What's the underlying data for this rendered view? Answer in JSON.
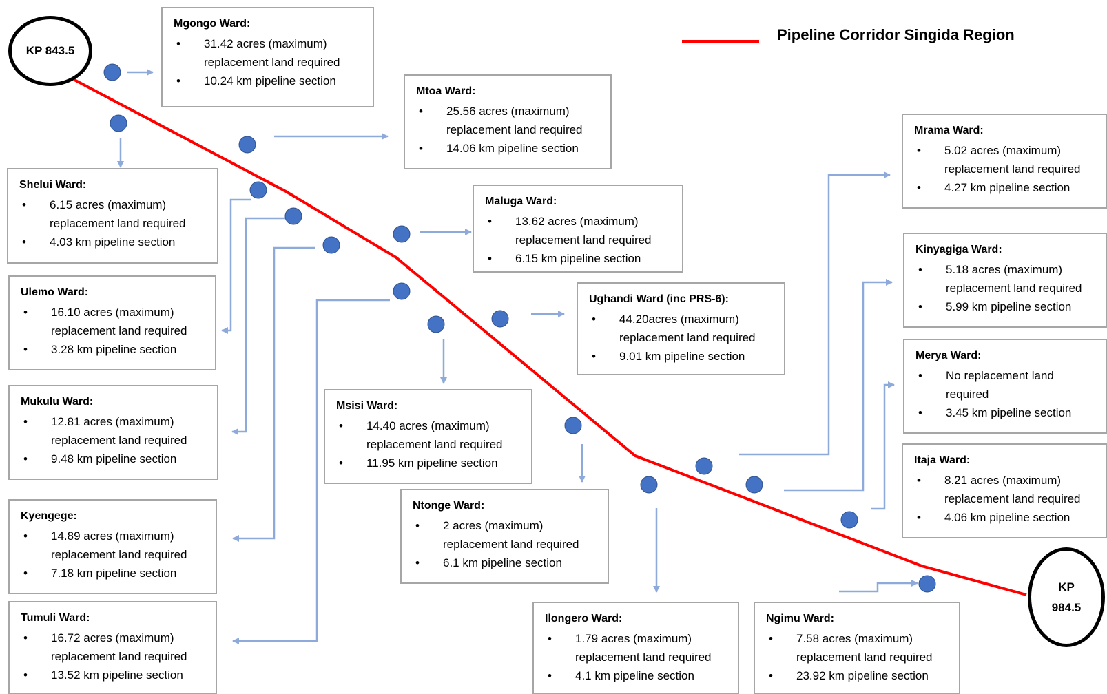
{
  "colors": {
    "pipeline": "#ff0000",
    "arrow": "#8eaadb",
    "node": "#4472c4",
    "box_border": "#a6a6a6"
  },
  "legend": {
    "label": "Pipeline Corridor Singida Region"
  },
  "terminals": {
    "start": "KP 843.5",
    "end_line1": "KP",
    "end_line2": "984.5"
  },
  "wards": [
    {
      "id": "mgongo",
      "title": "Mgongo Ward:",
      "items": [
        "31.42 acres (maximum) replacement land required",
        "10.24 km pipeline section"
      ]
    },
    {
      "id": "mtoa",
      "title": "Mtoa Ward:",
      "items": [
        "25.56 acres (maximum) replacement land required",
        "14.06 km pipeline section"
      ]
    },
    {
      "id": "mrama",
      "title": "Mrama Ward:",
      "items": [
        "5.02 acres (maximum) replacement land required",
        "4.27 km pipeline section"
      ]
    },
    {
      "id": "shelui",
      "title": "Shelui Ward:",
      "items": [
        "6.15 acres (maximum) replacement land required",
        "4.03 km pipeline section"
      ]
    },
    {
      "id": "maluga",
      "title": "Maluga Ward:",
      "items": [
        "13.62 acres (maximum) replacement land required",
        "6.15 km pipeline section"
      ]
    },
    {
      "id": "kinyagiga",
      "title": "Kinyagiga Ward:",
      "items": [
        "5.18 acres (maximum) replacement land required",
        "5.99 km pipeline section"
      ]
    },
    {
      "id": "ulemo",
      "title": "Ulemo Ward:",
      "items": [
        "16.10 acres (maximum) replacement land required",
        "3.28 km pipeline section"
      ]
    },
    {
      "id": "ughandi",
      "title": "Ughandi Ward (inc PRS-6):",
      "items": [
        "44.20acres (maximum) replacement land required",
        "9.01 km pipeline section"
      ]
    },
    {
      "id": "merya",
      "title": "Merya Ward:",
      "items": [
        "No replacement land required",
        "3.45 km pipeline section"
      ]
    },
    {
      "id": "mukulu",
      "title": "Mukulu Ward:",
      "items": [
        "12.81 acres (maximum) replacement land required",
        "9.48 km pipeline section"
      ]
    },
    {
      "id": "msisi",
      "title": "Msisi Ward:",
      "items": [
        "14.40 acres (maximum) replacement land required",
        "11.95 km pipeline section"
      ]
    },
    {
      "id": "itaja",
      "title": "Itaja Ward:",
      "items": [
        "8.21 acres (maximum) replacement land required",
        "4.06 km pipeline section"
      ]
    },
    {
      "id": "ntonge",
      "title": "Ntonge Ward:",
      "items": [
        "2 acres (maximum) replacement land required",
        "6.1 km pipeline section"
      ]
    },
    {
      "id": "kyengege",
      "title": "Kyengege:",
      "items": [
        "14.89 acres (maximum) replacement land required",
        "7.18 km pipeline section"
      ]
    },
    {
      "id": "tumuli",
      "title": "Tumuli Ward:",
      "items": [
        "16.72 acres (maximum) replacement land required",
        "13.52 km pipeline section"
      ]
    },
    {
      "id": "ilongero",
      "title": "Ilongero Ward:",
      "items": [
        "1.79 acres (maximum) replacement land required",
        "4.1 km pipeline section"
      ]
    },
    {
      "id": "ngimu",
      "title": "Ngimu Ward:",
      "items": [
        "7.58 acres (maximum) replacement land required",
        "23.92 km pipeline section"
      ]
    }
  ]
}
